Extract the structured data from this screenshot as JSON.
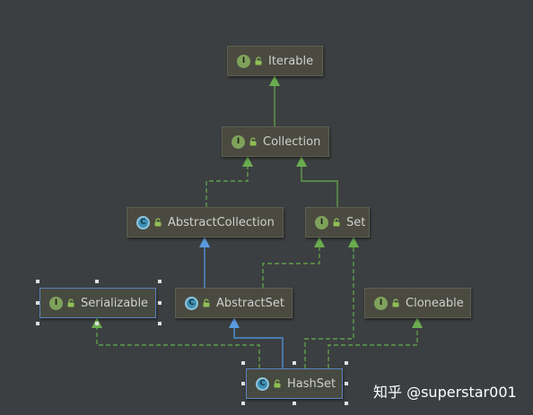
{
  "nodes": {
    "iterable": {
      "kind": "I",
      "label": "Iterable"
    },
    "collection": {
      "kind": "I",
      "label": "Collection"
    },
    "abstract_collection": {
      "kind": "C",
      "label": "AbstractCollection"
    },
    "set": {
      "kind": "I",
      "label": "Set"
    },
    "serializable": {
      "kind": "I",
      "label": "Serializable"
    },
    "abstract_set": {
      "kind": "C",
      "label": "AbstractSet"
    },
    "cloneable": {
      "kind": "I",
      "label": "Cloneable"
    },
    "hashset": {
      "kind": "C",
      "label": "HashSet"
    }
  },
  "watermark": "知乎 @superstar001",
  "colors": {
    "background": "#3c3f41",
    "implements_edge": "#5f9e4a",
    "extends_edge": "#4f8fd6",
    "interface_badge": "#7fa25b",
    "class_badge": "#3f8fb3"
  }
}
